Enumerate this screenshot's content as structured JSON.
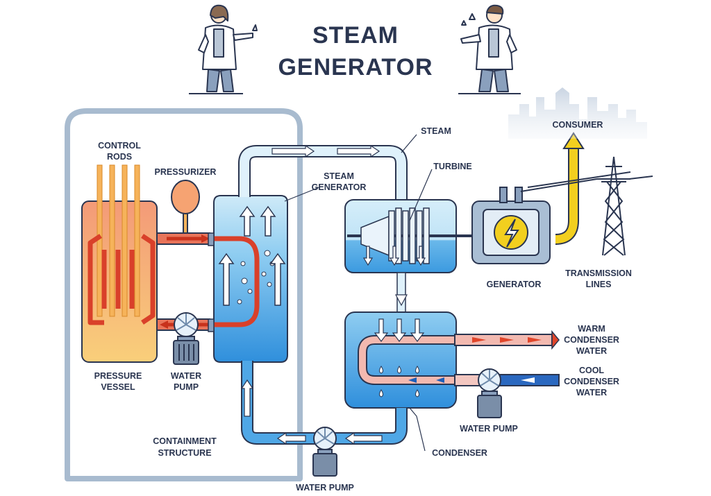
{
  "title": [
    "STEAM",
    "GENERATOR"
  ],
  "labels": {
    "control_rods": [
      "CONTROL",
      "RODS"
    ],
    "pressurizer": "PRESSURIZER",
    "pressure_vessel": [
      "PRESSURE",
      "VESSEL"
    ],
    "water_pump_reactor": [
      "WATER",
      "PUMP"
    ],
    "containment": [
      "CONTAINMENT",
      "STRUCTURE"
    ],
    "water_pump_bottom": "WATER PUMP",
    "steam": "STEAM",
    "steam_generator": [
      "STEAM",
      "GENERATOR"
    ],
    "turbine": "TURBINE",
    "generator": "GENERATOR",
    "consumer": "CONSUMER",
    "transmission_lines": [
      "TRANSMISSION",
      "LINES"
    ],
    "warm_condenser_water": [
      "WARM",
      "CONDENSER",
      "WATER"
    ],
    "cool_condenser_water": [
      "COOL",
      "CONDENSER",
      "WATER"
    ],
    "water_pump_condenser": "WATER PUMP",
    "condenser": "CONDENSER"
  },
  "icons": [
    "scientist-woman-icon",
    "scientist-man-icon",
    "city-skyline-icon",
    "transmission-tower-icon",
    "lightning-icon",
    "pump-fan-icon"
  ],
  "colors": {
    "hot_loop": "#e0452a",
    "reactor": "#f4a66a",
    "water": "#3a9ee0",
    "steam": "#cfe9f7",
    "outline": "#2a3550",
    "containment": "#9fb3c8",
    "power": "#f2cf1f",
    "warm_water": "#f0a6a0",
    "cool_water": "#1e5fb8"
  }
}
